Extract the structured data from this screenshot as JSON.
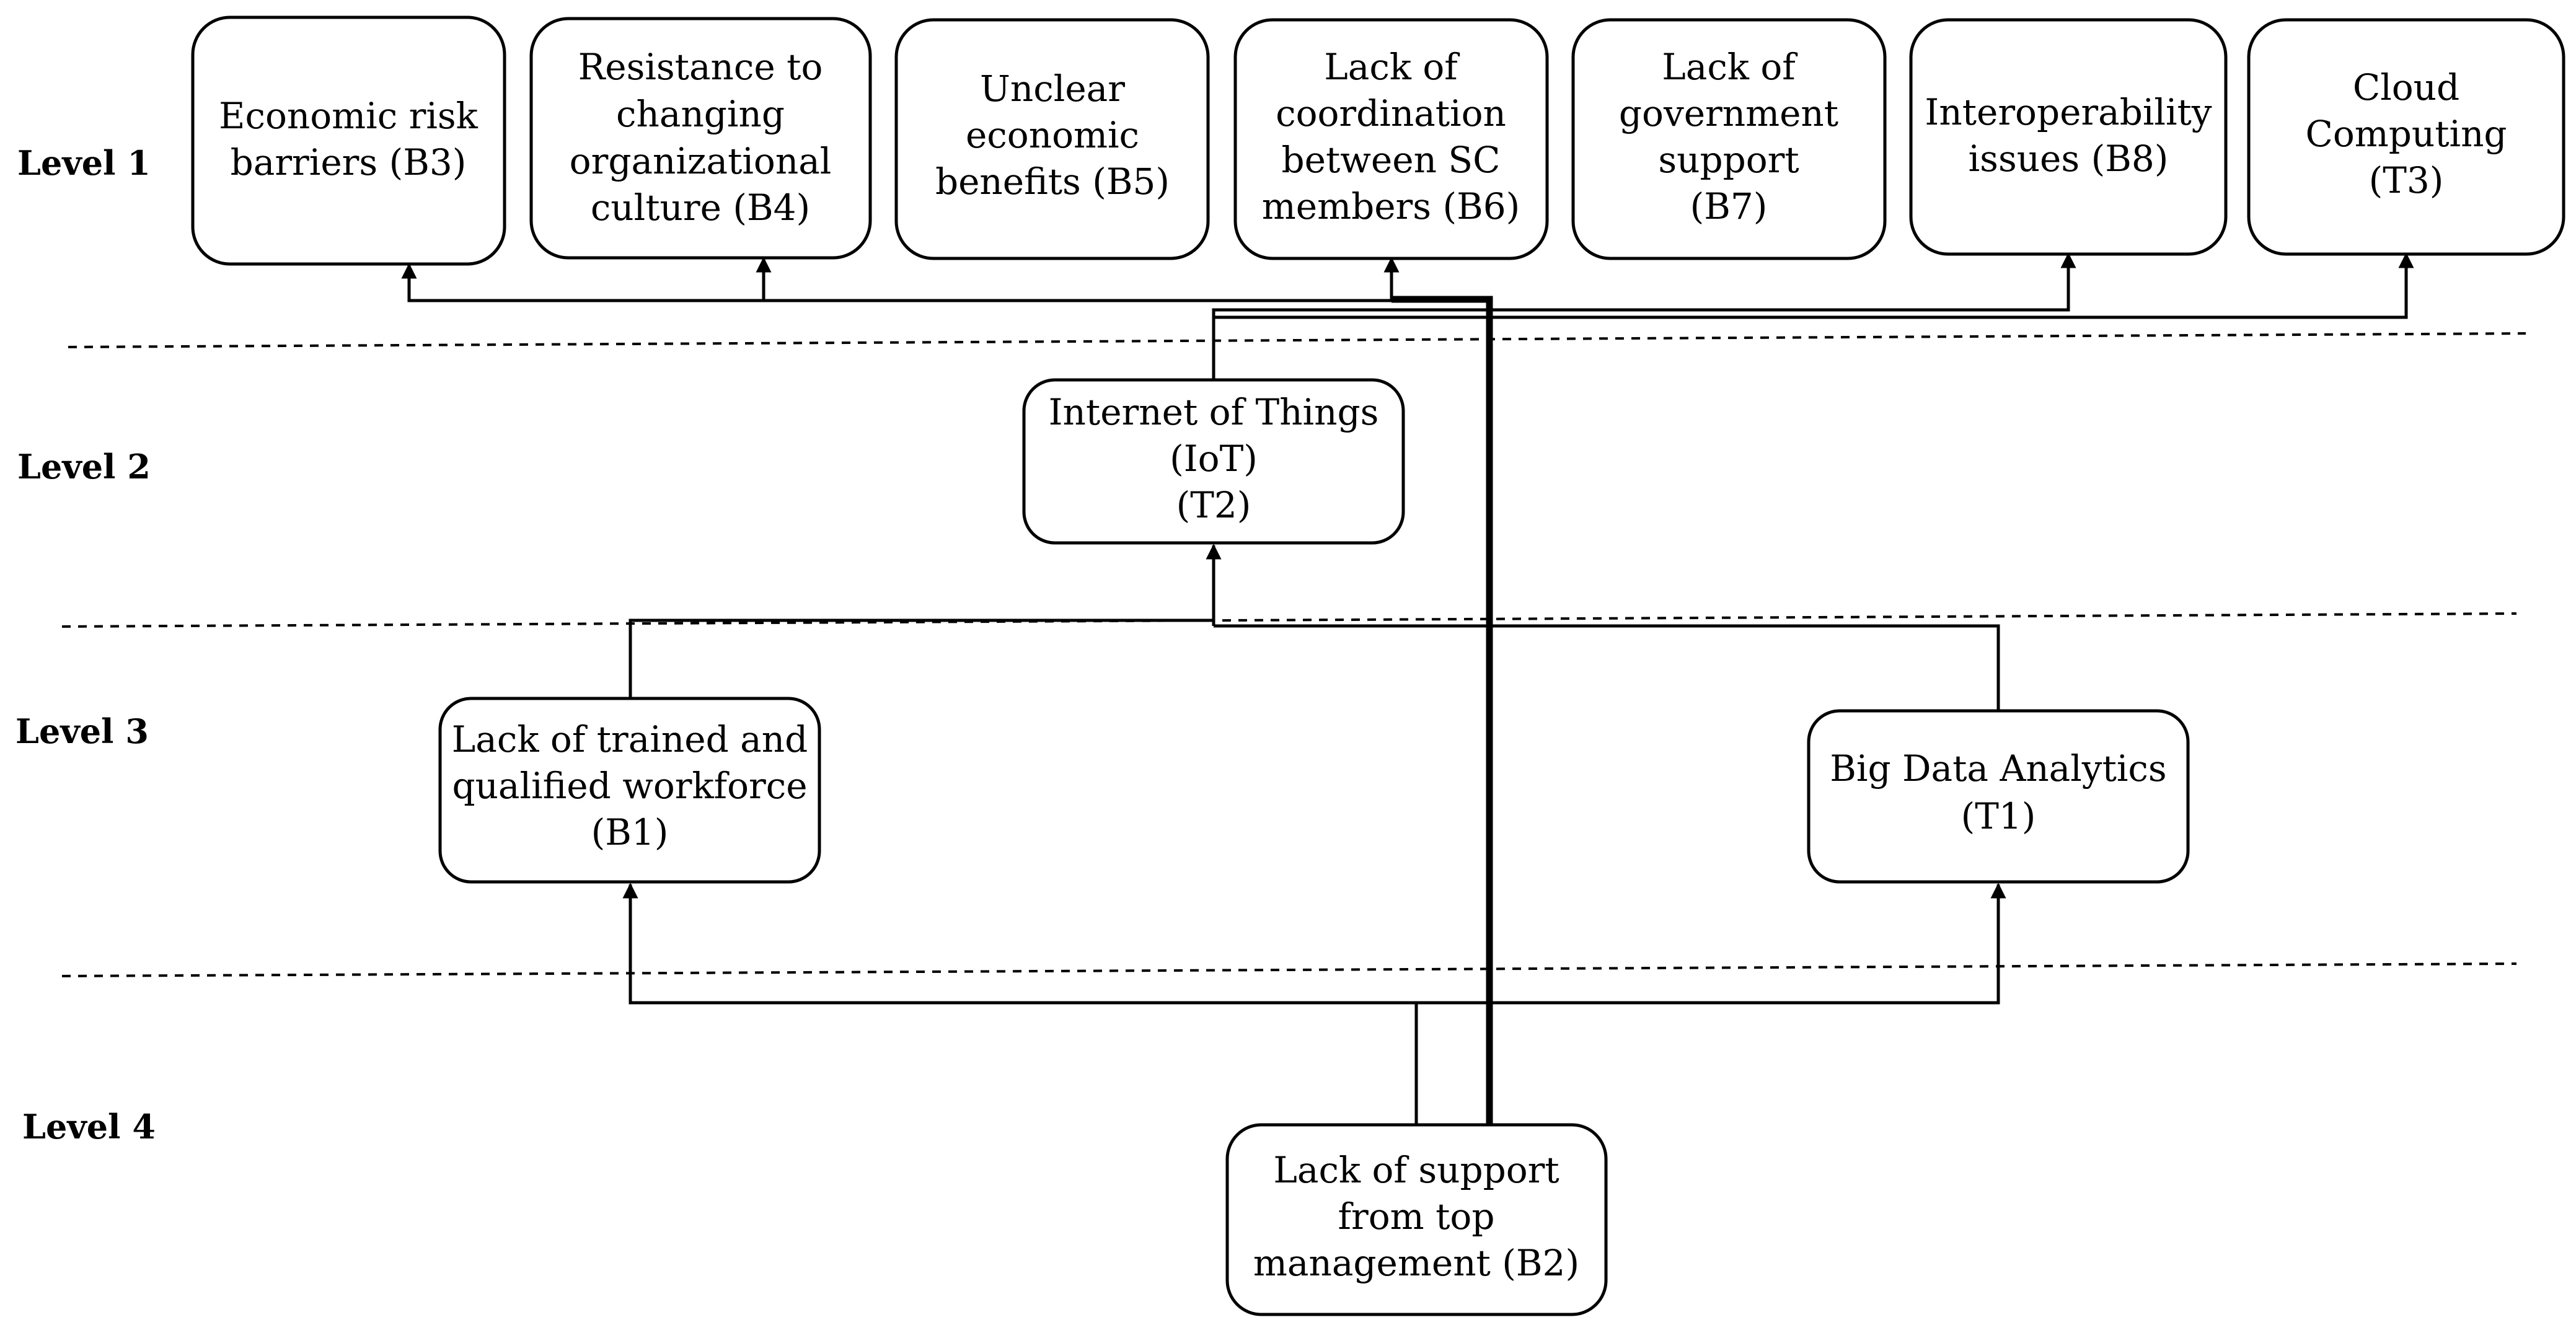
{
  "levels": [
    "Level 1",
    "Level 2",
    "Level 3",
    "Level 4"
  ],
  "nodes": {
    "B3": {
      "lines": [
        "Economic risk",
        "barriers (B3)"
      ]
    },
    "B4": {
      "lines": [
        "Resistance to",
        "changing",
        "organizational",
        "culture (B4)"
      ]
    },
    "B5": {
      "lines": [
        "Unclear",
        "economic",
        "benefits (B5)"
      ]
    },
    "B6": {
      "lines": [
        "Lack of",
        "coordination",
        "between SC",
        "members (B6)"
      ]
    },
    "B7": {
      "lines": [
        "Lack of",
        "government",
        "support",
        "(B7)"
      ]
    },
    "B8": {
      "lines": [
        "Interoperability",
        "issues (B8)"
      ]
    },
    "T3": {
      "lines": [
        "Cloud",
        "Computing",
        "(T3)"
      ]
    },
    "T2": {
      "lines": [
        "Internet of Things",
        "(IoT)",
        "(T2)"
      ]
    },
    "B1": {
      "lines": [
        "Lack of trained and",
        "qualified workforce",
        "(B1)"
      ]
    },
    "T1": {
      "lines": [
        "Big Data Analytics",
        "(T1)"
      ]
    },
    "B2": {
      "lines": [
        "Lack of support",
        "from top",
        "management (B2)"
      ]
    }
  },
  "edges": [
    {
      "from": "B2",
      "to": "B1"
    },
    {
      "from": "B2",
      "to": "T1"
    },
    {
      "from": "B2",
      "to": "B3"
    },
    {
      "from": "B2",
      "to": "B4"
    },
    {
      "from": "B2",
      "to": "B6"
    },
    {
      "from": "B1",
      "to": "T2"
    },
    {
      "from": "T1",
      "to": "T2"
    },
    {
      "from": "T2",
      "to": "B8"
    },
    {
      "from": "T2",
      "to": "T3"
    }
  ]
}
